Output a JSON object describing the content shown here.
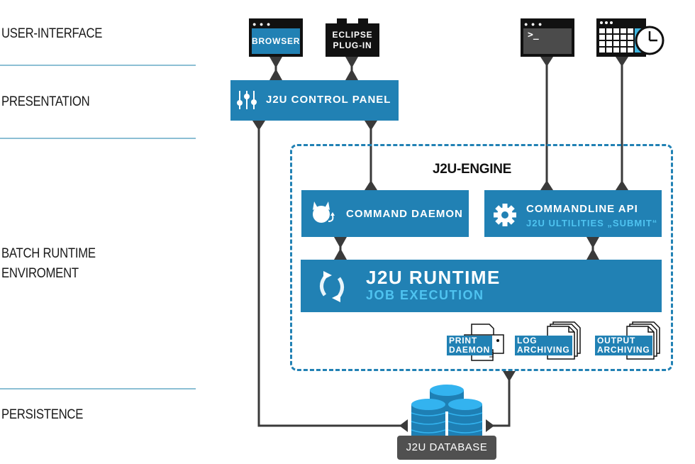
{
  "layers": [
    {
      "label": "USER-INTERFACE"
    },
    {
      "label": "PRESENTATION"
    },
    {
      "label": "BATCH RUNTIME\nENVIROMENT",
      "line1": "BATCH RUNTIME",
      "line2": "ENVIROMENT"
    },
    {
      "label": "PERSISTENCE"
    }
  ],
  "user_interface": {
    "browser": {
      "label": "BROWSER",
      "icon": "browser-window-icon"
    },
    "eclipse": {
      "line1": "ECLIPSE",
      "line2": "PLUG-IN",
      "icon": "plugin-icon"
    },
    "terminal": {
      "icon": "terminal-icon",
      "prompt": ">_"
    },
    "scheduler": {
      "icon": "calendar-clock-icon"
    }
  },
  "presentation": {
    "control_panel": {
      "label": "J2U CONTROL PANEL",
      "icon": "sliders-icon"
    }
  },
  "engine": {
    "title": "J2U-ENGINE",
    "command_daemon": {
      "label": "COMMAND DAEMON",
      "icon": "daemon-icon"
    },
    "commandline_api": {
      "label": "COMMANDLINE API",
      "sublabel": "J2U ULTILITIES „SUBMIT“",
      "icon": "gear-icon"
    },
    "runtime": {
      "label": "J2U RUNTIME",
      "sublabel": "JOB EXECUTION",
      "icon": "refresh-icon"
    },
    "outputs": [
      {
        "line1": "PRINT",
        "line2": "DAEMON",
        "icon": "printer-icon"
      },
      {
        "line1": "LOG",
        "line2": "ARCHIVING",
        "icon": "documents-icon"
      },
      {
        "line1": "OUTPUT",
        "line2": "ARCHIVING",
        "icon": "documents-icon"
      }
    ]
  },
  "persistence": {
    "database": {
      "label": "J2U DATABASE",
      "icon": "database-icon"
    }
  },
  "colors": {
    "primary_blue": "#2181b4",
    "light_blue": "#4fc3f0",
    "connector": "#3a3a3a",
    "separator": "#8cbfd4",
    "db_label_bg": "#505050",
    "db_blue": "#33b3ef"
  }
}
